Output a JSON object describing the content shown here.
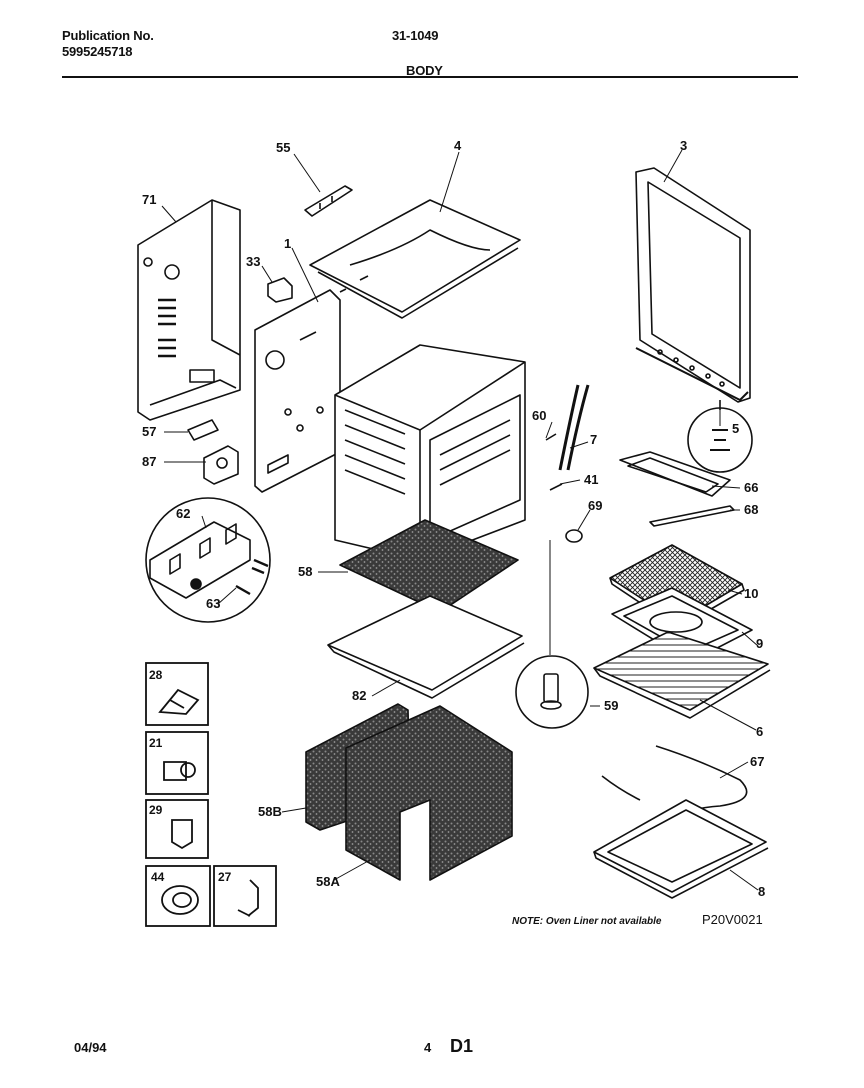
{
  "header": {
    "publication_label": "Publication No.",
    "publication_number": "5995245718",
    "model": "31-1049",
    "section": "BODY"
  },
  "callouts": {
    "c71": "71",
    "c55": "55",
    "c4": "4",
    "c3": "3",
    "c33": "33",
    "c1": "1",
    "c57": "57",
    "c87": "87",
    "c60": "60",
    "c7": "7",
    "c5": "5",
    "c41": "41",
    "c66": "66",
    "c68": "68",
    "c69": "69",
    "c62": "62",
    "c63": "63",
    "c58": "58",
    "c10": "10",
    "c9": "9",
    "c82": "82",
    "c59": "59",
    "c6": "6",
    "c67": "67",
    "c58b": "58B",
    "c58a": "58A",
    "c8": "8"
  },
  "inset_parts": {
    "p28": "28",
    "p21": "21",
    "p29": "29",
    "p44": "44",
    "p27": "27"
  },
  "note": "NOTE: Oven Liner not available",
  "drawing_code": "P20V0021",
  "footer": {
    "date": "04/94",
    "page": "4",
    "code": "D1"
  }
}
